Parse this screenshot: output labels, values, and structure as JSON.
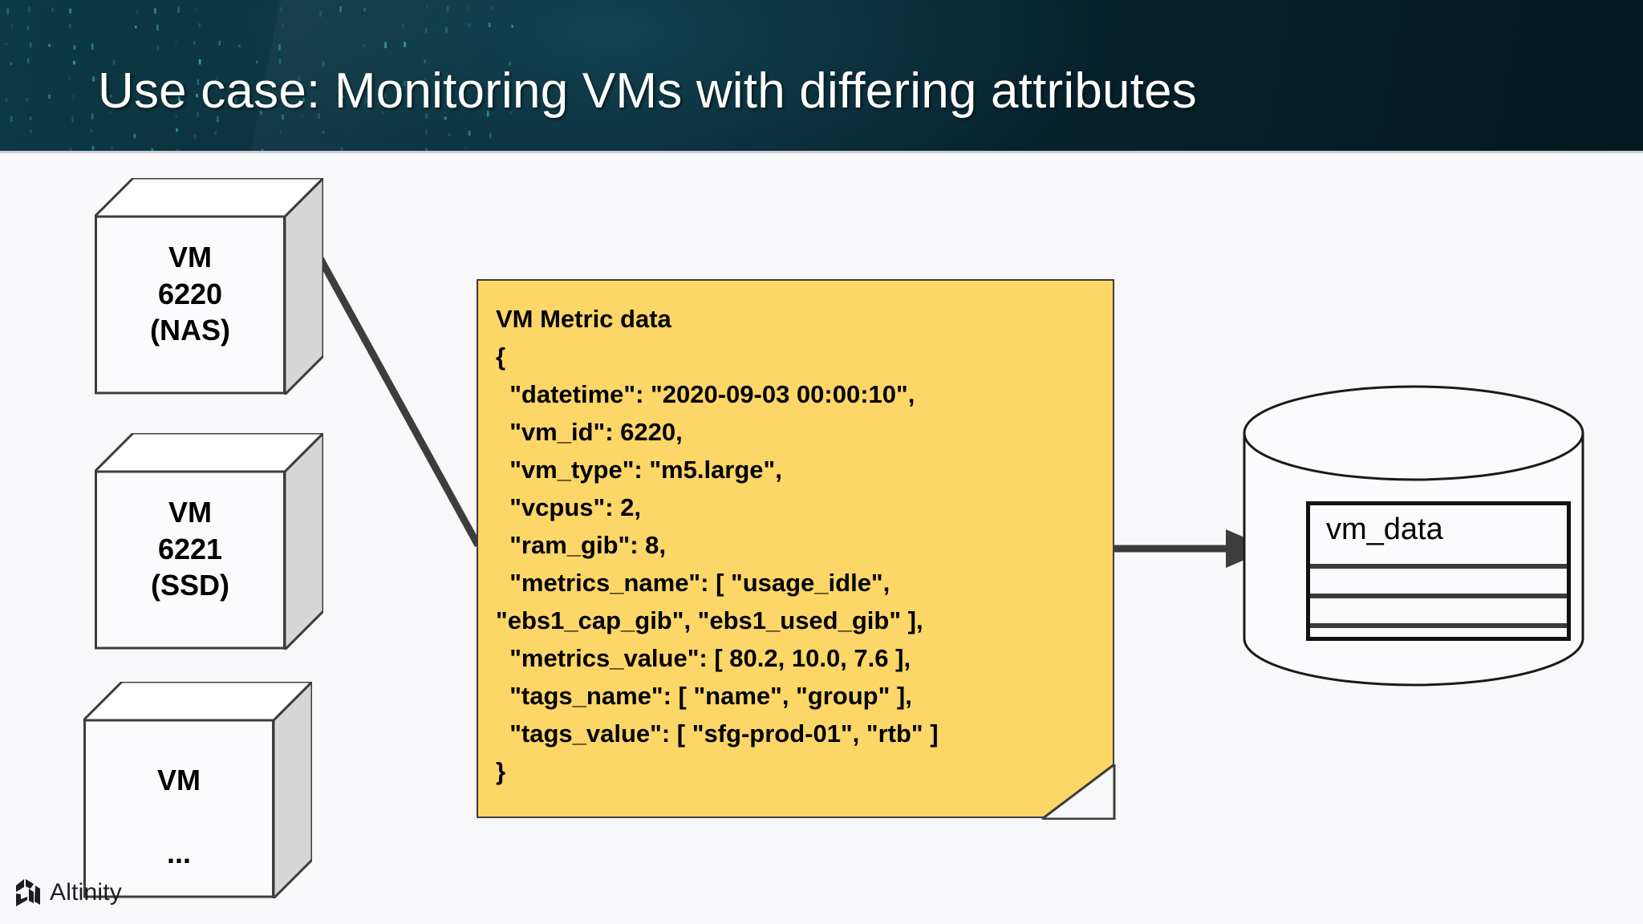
{
  "slide": {
    "title": "Use case: Monitoring VMs with differing attributes",
    "background_color": "#f8f8fa",
    "header_color": "#0a2a33"
  },
  "vms": [
    {
      "name": "vm-box-6220",
      "line1": "VM",
      "line2": "6220",
      "line3": "(NAS)"
    },
    {
      "name": "vm-box-6221",
      "line1": "VM",
      "line2": "6221",
      "line3": "(SSD)"
    },
    {
      "name": "vm-box-more",
      "line1": "VM",
      "line2": "",
      "line3": "..."
    }
  ],
  "note": {
    "title": "VM Metric data",
    "accent_color": "#fcd667",
    "lines": [
      "{",
      "  \"datetime\": \"2020-09-03 00:00:10\",",
      "  \"vm_id\": 6220,",
      "  \"vm_type\": \"m5.large\",",
      "  \"vcpus\": 2,",
      "  \"ram_gib\": 8,",
      "  \"metrics_name\": [ \"usage_idle\",",
      "\"ebs1_cap_gib\", \"ebs1_used_gib\" ],",
      "  \"metrics_value\": [ 80.2, 10.0, 7.6 ],",
      "  \"tags_name\": [ \"name\", \"group\" ],",
      "  \"tags_value\": [ \"sfg-prod-01\", \"rtb\" ]",
      "}"
    ]
  },
  "database": {
    "table_label": "vm_data",
    "row_count": 3
  },
  "footer": {
    "logo_text": "Altinity",
    "logo_icon": "altinity-cube-icon"
  }
}
